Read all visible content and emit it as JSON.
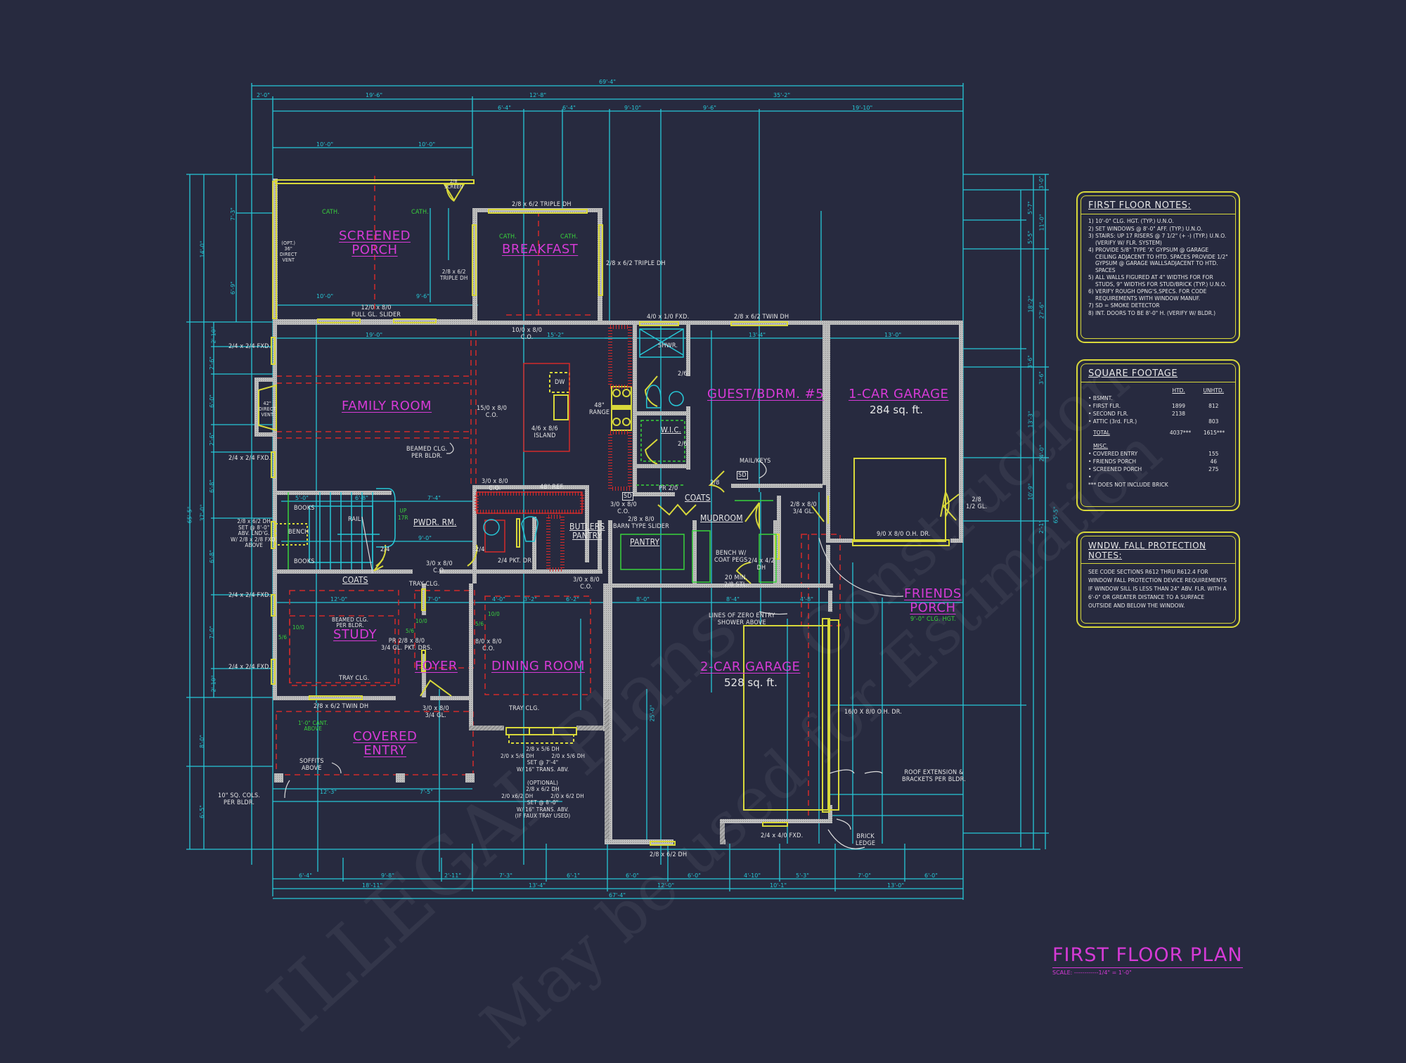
{
  "drawing": {
    "title": "FIRST FLOOR PLAN",
    "scale_label": "SCALE: ------------1/4\" = 1'-0\"",
    "colors": {
      "background": "#272a3f",
      "dimension": "#27c7d6",
      "wall": "#b8b8b8",
      "window_door": "#d8d83a",
      "room_label": "#d63ad6",
      "ceiling_dash": "#d42a2a",
      "note_green": "#39d33c",
      "text": "#e6e6e6"
    }
  },
  "rooms": {
    "screened_porch": "SCREENED\nPORCH",
    "breakfast": "BREAKFAST",
    "family_room": "FAMILY ROOM",
    "guest_bdrm": "GUEST/BDRM. #5",
    "one_car_garage": "1-CAR GARAGE",
    "one_car_garage_area": "284 sq. ft.",
    "pwdr_rm": "PWDR. RM.",
    "butlers_pantry": "BUTLERS\nPANTRY",
    "pantry": "PANTRY",
    "mudroom": "MUDROOM",
    "coats_1": "COATS",
    "coats_2": "COATS",
    "wic": "W.I.C.",
    "study": "STUDY",
    "foyer": "FOYER",
    "dining_room": "DINING ROOM",
    "two_car_garage": "2-CAR GARAGE",
    "two_car_garage_area": "528 sq. ft.",
    "covered_entry": "COVERED\nENTRY",
    "friends_porch": "FRIENDS\nPORCH",
    "friends_porch_note": "9'-0\" CLG. HGT."
  },
  "annotations": {
    "screen_door": "2/8\nSCREEN",
    "cath_1": "CATH.",
    "cath_2": "CATH.",
    "cath_3": "CATH.",
    "cath_4": "CATH.",
    "opt_vent": "(OPT.)\n36\"\nDIRECT\nVENT",
    "breakfast_top_window": "2/8 x 6/2 TRIPLE DH",
    "breakfast_left_window": "2/8 x 6/2\nTRIPLE DH",
    "breakfast_right_window": "2/8 x 6/2 TRIPLE DH",
    "porch_slider": "12/0 x 8/0\nFULL GL. SLIDER",
    "family_co": "10/0 x 8/0\nC.O.",
    "kitchen_co": "15/0 x 8/0\nC.O.",
    "direct_vent_42": "42\"\nDIRECT\nVENT",
    "beamed_clg_family": "BEAMED CLG.\nPER BLDR.",
    "dw": "DW",
    "island": "4/6 x 8/6\nISLAND",
    "range": "48\"\nRANGE",
    "ref": "48\" REF.",
    "bath_window": "4/0 x 1/0 FXD.",
    "guest_window": "2/8 x 6/2 TWIN DH",
    "shwr": "SHWR.",
    "door_26_a": "2/6",
    "door_26_b": "2/6",
    "door_28": "2/8",
    "mail_keys": "MAIL/KEYS",
    "sd_1": "SD",
    "sd_2": "SD",
    "pr_210": "PR 2/0",
    "co_30_a": "3/0 x 8/0\nC.O.",
    "co_30_b": "3/0 x 8/0\nC.O.",
    "co_30_c": "3/0 x 8/0\nC.O.",
    "co_30_d": "3/0 x 8/0\nC.O.",
    "barn_slider": "2/8 x 8/0\nBARN TYPE SLIDER",
    "door_28_34gl": "2/8 x 8/0\n3/4 GL.",
    "door_28_12gl": "2/8\n1/2 GL.",
    "garage_door_9": "9/0 X 8/0 O.H. DR.",
    "bench_pegs": "BENCH W/\nCOAT PEGS",
    "mud_window": "2/4 x 4/2\nDH",
    "door_30min": "20 MIN.\n2/8 STL.",
    "zero_entry": "LINES OF ZERO ENTRY\nSHOWER ABOVE",
    "garage_door_16": "16/0 X 8/0 O.H. DR.",
    "roof_ext": "ROOF EXTENSION &\nBRACKETS PER BLDR.",
    "brick_ledge": "BRICK\nLEDGE",
    "garage_fxd": "2/4 x 4/0 FXD.",
    "garage_dh": "2/8 x 6/2 DH",
    "books_1": "BOOKS",
    "books_2": "BOOKS",
    "bench": "BENCH",
    "rail": "RAIL",
    "up_17r": "UP\n17R",
    "door_24_a": "2/4",
    "door_24_b": "2/4",
    "pkt_dr": "2/4 PKT. DR",
    "tray_clg_1": "TRAY CLG.",
    "tray_clg_2": "TRAY CLG.",
    "tray_clg_3": "TRAY CLG.",
    "beamed_clg_study": "BEAMED CLG.\nPER BLDR.",
    "pr_doors": "PR 2/8 x 8/0\n3/4 GL. PKT. DRS.",
    "dining_co": "8/0 x 8/0\nC.O.",
    "w1010_a": "10/0",
    "w1010_b": "10/0",
    "w1010_c": "10/0",
    "w56_a": "5/6",
    "w56_b": "5/6",
    "w56_c": "5/6",
    "study_window": "2/8 x 6/2 TWIN DH",
    "front_door": "3/0 x 8/0\n3/4 GL.",
    "cant_above": "1'-0\" CANT.\nABOVE",
    "soffits": "SOFFITS\nABOVE",
    "cols": "10\" SQ. COLS.\nPER BLDR.",
    "dining_windows": "2/8 x 5/6 DH\n2/0 x 5/6 DH          2/0 x 5/6 DH\nSET @ 7'-4\"\nW/ 16\" TRANS. ABV.\n\n(OPTIONAL)\n2/8 x 6/2 DH\n2/0 x6/2 DH          2/0 x 6/2 DH\nSET @ 8'-0\"\nW/ 16\" TRANS. ABV.\n(IF FAUX TRAY USED)",
    "left_fxd_1": "2/4 x 2/4 FXD.",
    "left_fxd_2": "2/4 x 2/4 FXD.",
    "left_fxd_3": "2/4 x 2/4 FXD.",
    "left_fxd_4": "2/4 x 2/4 FXD.",
    "left_stair_window": "2/8 x 6/2 DH\nSET @ 8'-0\"\nABV. LND'G.\nW/ 2/8 x 2/8 FXD.\nABOVE"
  },
  "dimensions": {
    "top": {
      "overall": "69'-4\"",
      "row2": [
        "2'-0\"",
        "19'-6\"",
        "12'-8\"",
        "35'-2\""
      ],
      "row3": [
        "6'-4\"",
        "6'-4\"",
        "9'-10\"",
        "9'-6\"",
        "19'-10\""
      ],
      "porch": [
        "10'-0\"",
        "10'-0\""
      ]
    },
    "bottom": {
      "row1": [
        "6'-4\"",
        "9'-8\"",
        "2'-11\"",
        "7'-3\"",
        "6'-1\"",
        "6'-0\"",
        "6'-0\"",
        "4'-10\"",
        "5'-3\"",
        "7'-0\"",
        "6'-0\""
      ],
      "row2": [
        "18'-11\"",
        "13'-4\"",
        "12'-0\"",
        "10'-1\"",
        "13'-0\""
      ],
      "overall": "67'-4\""
    },
    "left": {
      "overall": "65'-5\"",
      "row2": [
        "14'-0\"",
        "37'-0\"",
        "8'-0\"",
        "6'-5\""
      ],
      "row3": [
        "7'-3\"",
        "6'-9\"",
        "2'-10\"",
        "2'-6\"",
        "6'-0\"",
        "2'-6\"",
        "6'-8\"",
        "6'-8\"",
        "7'-0\"",
        "2'-10\""
      ]
    },
    "right": {
      "overall": "65'-5\"",
      "row2": [
        "3'-0\"",
        "11'-0\"",
        "27'-6\"",
        "3'-6\"",
        "24'-0\"",
        "2'-1\""
      ],
      "row3": [
        "5'-7\"",
        "5'-5\"",
        "18'-2\"",
        "3'-6\"",
        "13'-3\"",
        "10'-9\""
      ]
    },
    "interior": {
      "family_w": "19'-0\"",
      "kitchen_w": "15'-2\"",
      "guest_w": "13'-4\"",
      "garage1_w": "13'-0\"",
      "stair_a": "5'-0\"",
      "stair_b": "6'-8\"",
      "hall": "7'-4\"",
      "pwdr": "9'-0\"",
      "study_w": "12'-0\"",
      "foyer_w": "7'-0\"",
      "din_a": "4'-0\"",
      "din_b": "3'-2\"",
      "din_c": "6'-2\"",
      "pantry_w": "8'-0\"",
      "mud_w": "8'-4\"",
      "mud_c": "4'-8\"",
      "garage2_d": "25'-0\"",
      "entry_a": "12'-3\"",
      "entry_b": "7'-5\"",
      "porch_a": "10'-0\"",
      "porch_b": "9'-6\""
    }
  },
  "notes_panel": {
    "title": "FIRST FLOOR NOTES:",
    "items": [
      "1) 10'-0\" CLG. HGT. (TYP.) U.N.O.",
      "2) SET WINDOWS @ 8'-0\" AFF. (TYP.) U.N.O.",
      "3) STAIRS: UP 17 RISERS @ 7 1/2\" (+ -) (TYP.) U.N.O. (VERIFY W/ FLR. SYSTEM)",
      "4) PROVIDE 5/8\" TYPE 'X' GYPSUM @ GARAGE CEILING ADJACENT TO HTD. SPACES PROVIDE 1/2\" GYPSUM @ GARAGE WALLSADJACENT TO HTD. SPACES",
      "5) ALL WALLS FIGURED AT 4\" WIDTHS FOR FOR STUDS, 9\" WIDTHS FOR STUD/BRICK (TYP.) U.N.O.",
      "6) VERIFY ROUGH OPNG'S,SPECS. FOR CODE REQUIREMENTS WITH WINDOW MANUF.",
      "7) SD = SMOKE DETECTOR",
      "8) INT. DOORS TO BE 8'-0\" H. (VERIFY W/ BLDR.)"
    ]
  },
  "sqft_panel": {
    "title": "SQUARE FOOTAGE",
    "col_htd": "HTD.",
    "col_unhtd": "UNHTD.",
    "rows": [
      {
        "label": "• BSMNT.",
        "htd": "",
        "unhtd": ""
      },
      {
        "label": "• FIRST FLR.",
        "htd": "1899",
        "unhtd": "812"
      },
      {
        "label": "• SECOND FLR.",
        "htd": "2138",
        "unhtd": ""
      },
      {
        "label": "• ATTIC (3rd. FLR.)",
        "htd": "",
        "unhtd": "803"
      }
    ],
    "total": {
      "label": "TOTAL",
      "htd": "4037***",
      "unhtd": "1615***"
    },
    "misc_title": "MISC.",
    "misc": [
      {
        "label": "• COVERED ENTRY",
        "value": "155"
      },
      {
        "label": "• FRIENDS PORCH",
        "value": "46"
      },
      {
        "label": "• SCREENED PORCH",
        "value": "275"
      },
      {
        "label": "•",
        "value": ""
      }
    ],
    "footnote": "*** DOES NOT INCLUDE BRICK"
  },
  "fall_panel": {
    "title": "WNDW. FALL PROTECTION NOTES:",
    "body": "SEE CODE SECTIONS R612 THRU R612.4 FOR WINDOW FALL PROTECTION DEVICE REQUIREMENTS IF WINDOW SILL IS LESS THAN 24\" ABV. FLR. WITH A 6'-0\" OR GREATER DISTANCE TO A SURFACE OUTSIDE AND BELOW THE WINDOW."
  },
  "watermark": {
    "line1": "ILLEGAL Plans",
    "line2": "May be used for Estimation",
    "line3": "Construction",
    "line4": "©"
  }
}
